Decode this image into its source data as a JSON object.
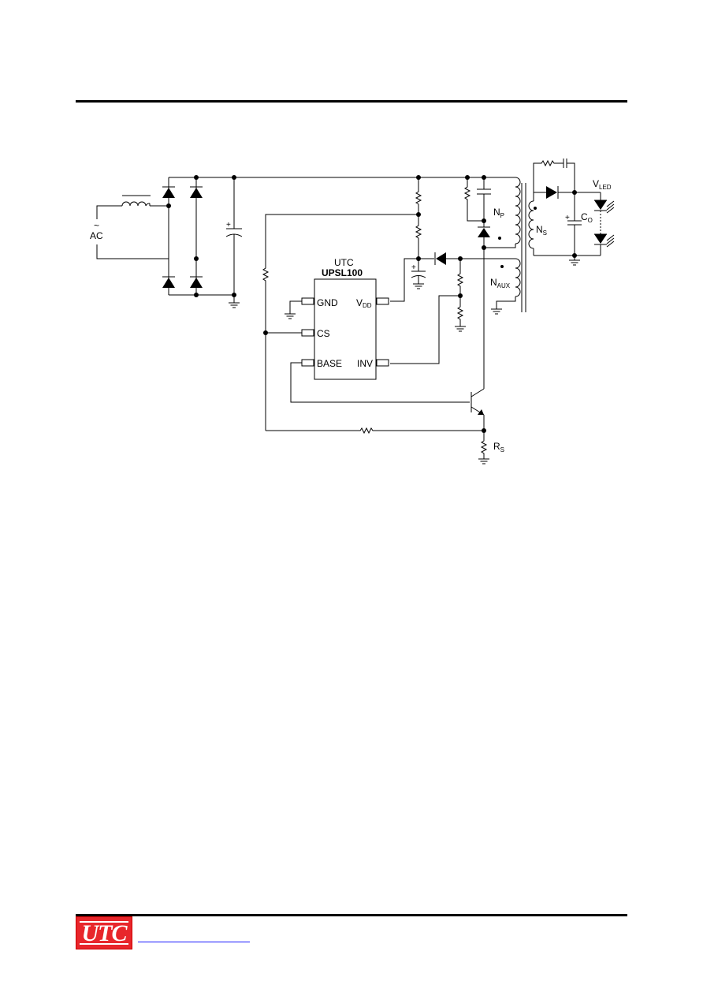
{
  "schematic": {
    "ac_symbol": "~",
    "ac_label": "AC",
    "ic_vendor": "UTC",
    "ic_part": "UPSL100",
    "pins": {
      "gnd": "GND",
      "vdd_main": "V",
      "vdd_sub": "DD",
      "cs": "CS",
      "base": "BASE",
      "inv": "INV"
    },
    "winding_primary": {
      "main": "N",
      "sub": "P"
    },
    "winding_secondary": {
      "main": "N",
      "sub": "S"
    },
    "winding_aux": {
      "main": "N",
      "sub": "AUX"
    },
    "output_cap": {
      "main": "C",
      "sub": "O"
    },
    "sense_resistor": {
      "main": "R",
      "sub": "S"
    },
    "led_voltage": {
      "main": "V",
      "sub": "LED"
    },
    "plus": "+"
  },
  "footer": {
    "logo_text": "UTC"
  }
}
